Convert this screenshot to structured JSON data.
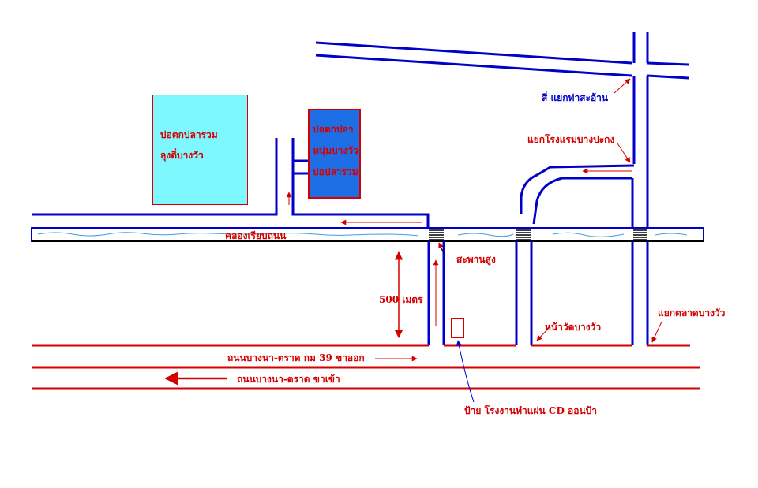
{
  "landmarks": {
    "fishing_pond_combined": [
      "บ่อตกปลารวม",
      "ลุงติ่บางวัว"
    ],
    "fishing_pond_blue": [
      "บ่อตกปลา",
      "หนุ่มบางวัว",
      "บ่อปลารวม"
    ]
  },
  "labels": {
    "intersection_tha_saan": "สี่ แยกท่าสะอ้าน",
    "hotel_intersection": "แยกโรงแรมบางปะกง",
    "canal": "คลองเรียบถนน",
    "bridge": "สะพานสูง",
    "distance": "500 เมตร",
    "temple_front": "หน้าวัดบางวัว",
    "market_intersection": "แยกตลาดบางวัว",
    "road_outbound": "ถนนบางนา-ตราด กม 39 ขาออก",
    "road_inbound": "ถนนบางนา-ตราด ขาเข้า",
    "sign_factory": "ป้าย โรงงานทำแผ่น CD ออนป้า"
  },
  "colors": {
    "road_blue": "#0000c8",
    "road_red": "#d40000",
    "canal_wave": "#3aa0e0",
    "pond_cyan": "#7ff7ff",
    "pond_blue": "#1e6ee6"
  }
}
